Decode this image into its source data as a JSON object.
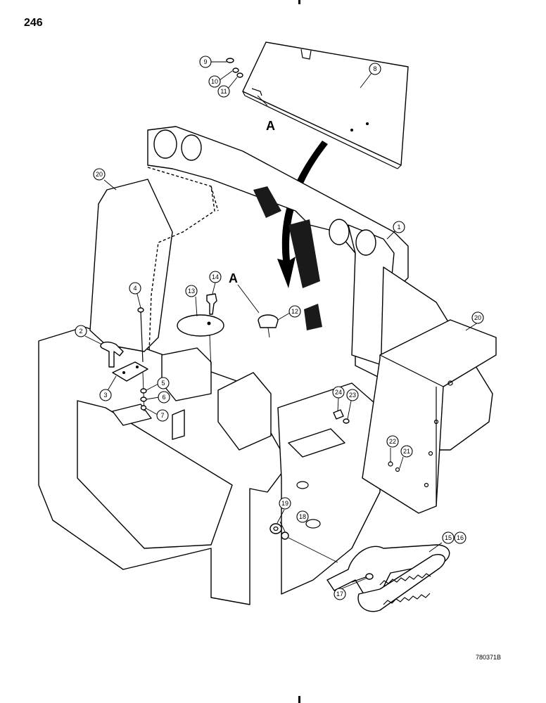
{
  "page_number": "246",
  "drawing_id": "780371B",
  "reference_letters": [
    "A",
    "A"
  ],
  "callouts": [
    {
      "id": "c1",
      "label": "1"
    },
    {
      "id": "c2",
      "label": "2"
    },
    {
      "id": "c3",
      "label": "3"
    },
    {
      "id": "c4",
      "label": "4"
    },
    {
      "id": "c5",
      "label": "5"
    },
    {
      "id": "c6",
      "label": "6"
    },
    {
      "id": "c7",
      "label": "7"
    },
    {
      "id": "c8",
      "label": "8"
    },
    {
      "id": "c9",
      "label": "9"
    },
    {
      "id": "c10",
      "label": "10"
    },
    {
      "id": "c11",
      "label": "11"
    },
    {
      "id": "c12",
      "label": "12"
    },
    {
      "id": "c13",
      "label": "13"
    },
    {
      "id": "c14",
      "label": "14"
    },
    {
      "id": "c15",
      "label": "15"
    },
    {
      "id": "c16",
      "label": "16"
    },
    {
      "id": "c17",
      "label": "17"
    },
    {
      "id": "c18",
      "label": "18"
    },
    {
      "id": "c19",
      "label": "19"
    },
    {
      "id": "c20a",
      "label": "20"
    },
    {
      "id": "c20b",
      "label": "20"
    },
    {
      "id": "c21",
      "label": "21"
    },
    {
      "id": "c22",
      "label": "22"
    },
    {
      "id": "c23",
      "label": "23"
    },
    {
      "id": "c24",
      "label": "24"
    }
  ]
}
